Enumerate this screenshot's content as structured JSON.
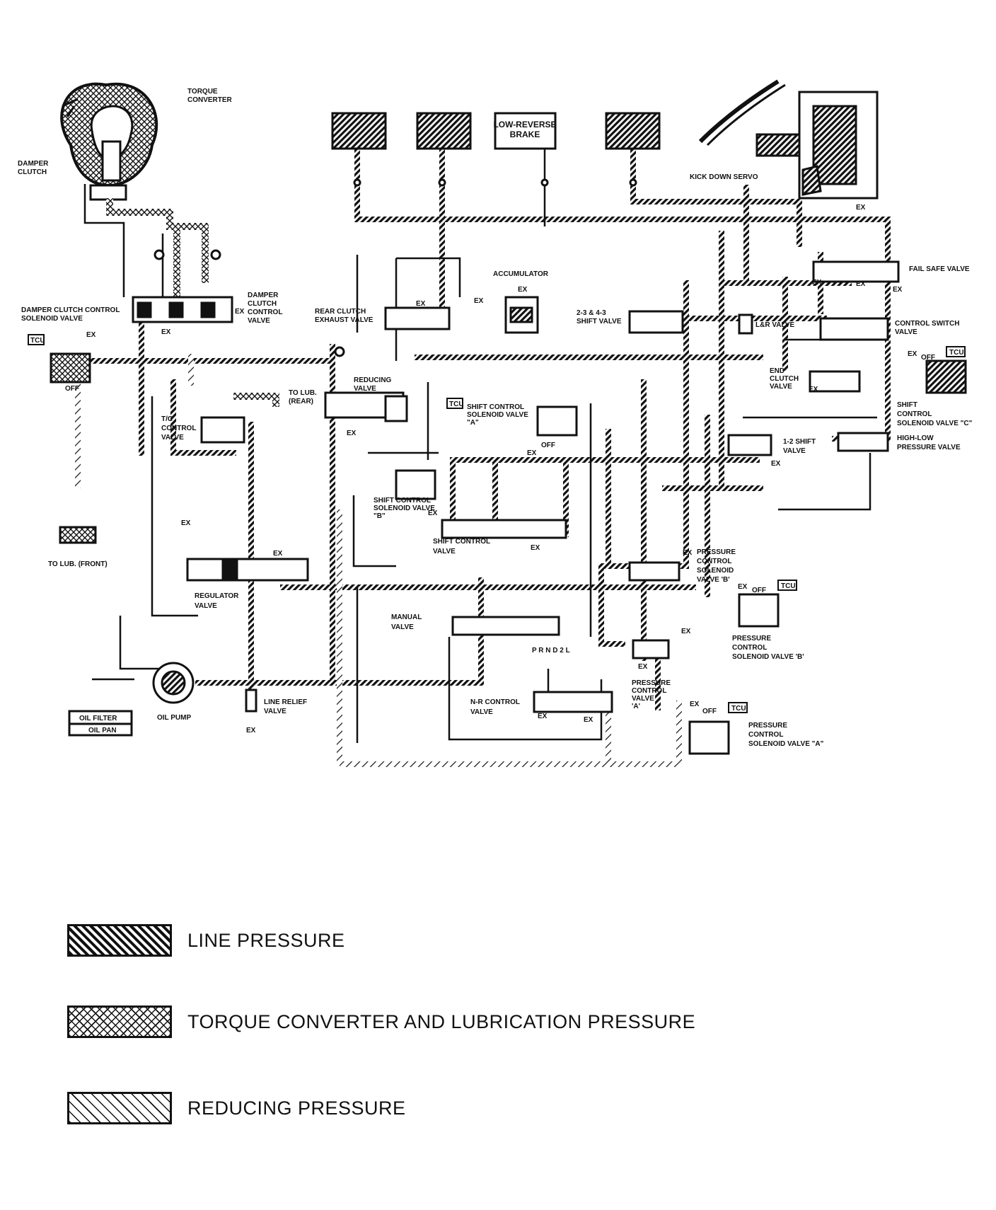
{
  "labels": {
    "torque_converter": [
      "TORQUE",
      "CONVERTER"
    ],
    "damper_clutch": [
      "DAMPER",
      "CLUTCH"
    ],
    "damper_clutch_control_solenoid": [
      "DAMPER CLUTCH CONTROL",
      "SOLENOID VALVE"
    ],
    "damper_clutch_control_valve": [
      "DAMPER",
      "CLUTCH",
      "CONTROL",
      "VALVE"
    ],
    "low_reverse_brake": [
      "LOW-REVERSE",
      "BRAKE"
    ],
    "kick_down_servo": "KICK DOWN SERVO",
    "accumulator": "ACCUMULATOR",
    "rear_clutch_exhaust_valve": [
      "REAR CLUTCH",
      "EXHAUST VALVE"
    ],
    "shift_valve_2_3_4_3": [
      "2-3 & 4-3",
      "SHIFT VALVE"
    ],
    "lr_valve": "L&R VALVE",
    "fail_safe_valve": "FAIL SAFE VALVE",
    "control_switch_valve": [
      "CONTROL SWITCH",
      "VALVE"
    ],
    "end_clutch_valve": [
      "END",
      "CLUTCH",
      "VALVE"
    ],
    "shift_control_solenoid_c": [
      "SHIFT",
      "CONTROL",
      "SOLENOID VALVE \"C\""
    ],
    "high_low_pressure_valve": [
      "HIGH-LOW",
      "PRESSURE VALVE"
    ],
    "shift_valve_1_2": [
      "1-2 SHIFT",
      "VALVE"
    ],
    "reducing_valve": [
      "REDUCING",
      "VALVE"
    ],
    "to_lub_rear": [
      "TO LUB.",
      "(REAR)"
    ],
    "tc_control_valve": [
      "T/C",
      "CONTROL",
      "VALVE"
    ],
    "shift_control_solenoid_a": [
      "SHIFT CONTROL",
      "SOLENOID VALVE",
      "\"A\""
    ],
    "shift_control_solenoid_b": [
      "SHIFT CONTROL",
      "SOLENOID VALVE",
      "\"B\""
    ],
    "shift_control_valve": [
      "SHIFT CONTROL",
      "VALVE"
    ],
    "to_lub_front": "TO LUB. (FRONT)",
    "regulator_valve": [
      "REGULATOR",
      "VALVE"
    ],
    "manual_valve": [
      "MANUAL",
      "VALVE"
    ],
    "gear_positions": "P R N D 2 L",
    "pressure_control_solenoid_b_top": [
      "PRESSURE",
      "CONTROL",
      "SOLENOID",
      "VALVE 'B'"
    ],
    "pressure_control_solenoid_b": [
      "PRESSURE",
      "CONTROL",
      "SOLENOID VALVE 'B'"
    ],
    "pressure_control_valve_a": [
      "PRESSURE",
      "CONTROL",
      "VALVE",
      "'A'"
    ],
    "pressure_control_solenoid_a": [
      "PRESSURE",
      "CONTROL",
      "SOLENOID VALVE \"A\""
    ],
    "nr_control_valve": [
      "N-R CONTROL",
      "VALVE"
    ],
    "line_relief_valve": [
      "LINE RELIEF",
      "VALVE"
    ],
    "oil_filter": "OIL FILTER",
    "oil_pan": "OIL PAN",
    "oil_pump": "OIL PUMP",
    "ex": "EX",
    "off": "OFF",
    "tcu": "TCU"
  },
  "legend": [
    {
      "label": "LINE PRESSURE",
      "pattern": "line"
    },
    {
      "label": "TORQUE CONVERTER AND LUBRICATION PRESSURE",
      "pattern": "crosshatch"
    },
    {
      "label": "REDUCING PRESSURE",
      "pattern": "reducing"
    }
  ],
  "colors": {
    "ink": "#111111",
    "paper": "#ffffff"
  }
}
